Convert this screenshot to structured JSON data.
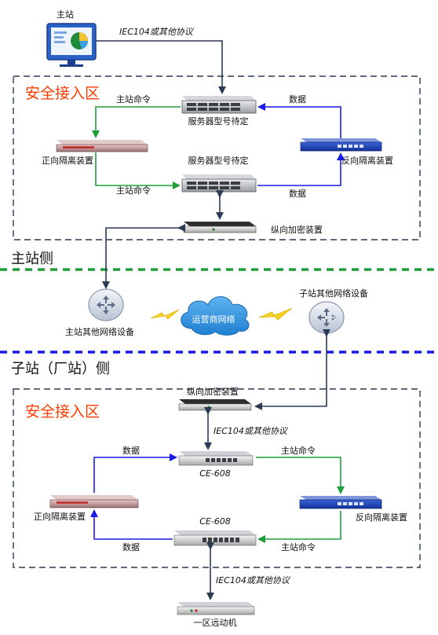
{
  "nodes": {
    "master_station": "主站",
    "server_top": "服务器型号待定",
    "server_mid": "服务器型号待定",
    "forward_isolation_top": "正向隔离装置",
    "reverse_isolation_top": "反向隔离装置",
    "vertical_encrypt_top": "纵向加密装置",
    "master_net_device": "主站其他网络设备",
    "operator_network": "运营商网络",
    "sub_net_device": "子站其他网络设备",
    "vertical_encrypt_bottom": "纵向加密装置",
    "ce608_top": "CE-608",
    "ce608_bottom": "CE-608",
    "forward_isolation_bottom": "正向隔离装置",
    "reverse_isolation_bottom": "反向隔离装置",
    "rtu": "一区远动机"
  },
  "zones": {
    "top_zone": "安全接入区",
    "bottom_zone": "安全接入区",
    "master_side": "主站侧",
    "sub_side": "子站（厂站）侧"
  },
  "edges": {
    "iec_top": "IEC104或其他协议",
    "master_cmd_1": "主站命令",
    "master_cmd_2": "主站命令",
    "data_1": "数据",
    "data_2": "数据",
    "iec_mid": "IEC104或其他协议",
    "data_3": "数据",
    "master_cmd_3": "主站命令",
    "data_4": "数据",
    "master_cmd_4": "主站命令",
    "iec_bottom": "IEC104或其他协议"
  },
  "colors": {
    "green": "#1f9d3a",
    "blue": "#1a1ae6",
    "dark": "#2b3a55",
    "zone_border": "#2b3a55",
    "zone_title": "#ff3b00",
    "green_divider": "#1f9d3a",
    "blue_divider": "#1a1ae6"
  }
}
